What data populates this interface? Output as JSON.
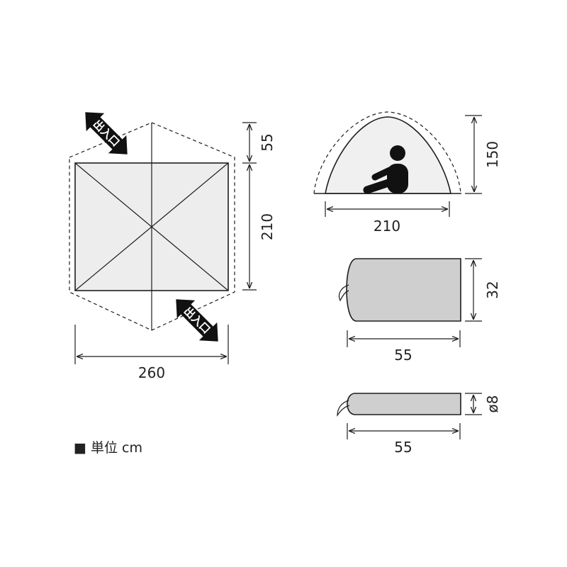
{
  "floor_plan": {
    "width_dim": "260",
    "body_depth_dim": "210",
    "vestibule_dim": "55",
    "entrance_label": "出入口"
  },
  "side_view": {
    "width_dim": "210",
    "height_dim": "150"
  },
  "pack": {
    "length_dim": "55",
    "height_dim": "32"
  },
  "pole_bag": {
    "length_dim": "55",
    "diameter_dim": "ø8"
  },
  "unit_label": "■ 単位 cm",
  "colors": {
    "line": "#1e1e1e",
    "floor_fill": "#ededed",
    "tent_fill": "#f0f0f0",
    "pack_fill": "#cfcfcf",
    "arrow": "#111111"
  }
}
